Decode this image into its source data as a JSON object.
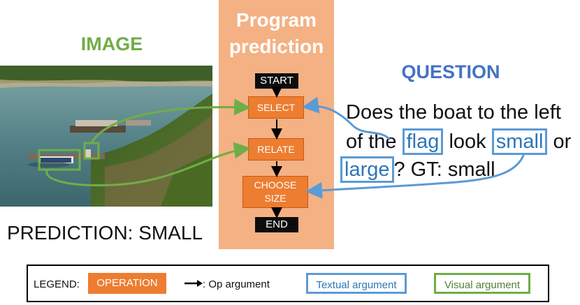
{
  "image_title": "IMAGE",
  "prediction": "PREDICTION: SMALL",
  "program": {
    "title_line1": "Program",
    "title_line2": "prediction",
    "start": "START",
    "ops": [
      "SELECT",
      "RELATE",
      "CHOOSE SIZE"
    ],
    "end": "END"
  },
  "question": {
    "title": "QUESTION",
    "line1": "Does the boat to the left",
    "line2_pre": "of the",
    "arg_flag": "flag",
    "line2_mid": "look",
    "arg_small": "small",
    "line2_post": "or",
    "arg_large": "large",
    "line3_post": "? GT: small"
  },
  "legend": {
    "label": "LEGEND:",
    "operation": "OPERATION",
    "op_argument": ": Op argument",
    "textual": "Textual argument",
    "visual": "Visual argument"
  },
  "colors": {
    "operation": "#ed7d31",
    "program_panel": "#f4b183",
    "textual": "#5b9bd5",
    "visual": "#70ad47"
  }
}
